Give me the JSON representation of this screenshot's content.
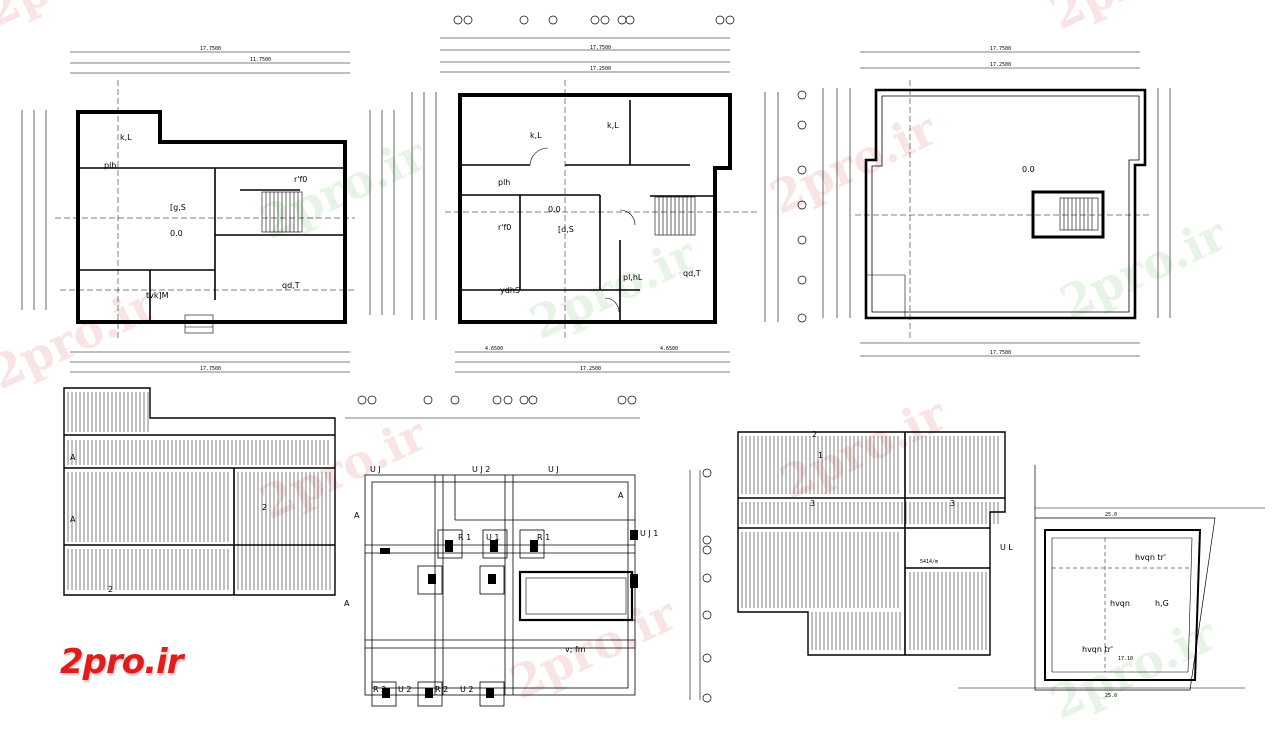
{
  "watermark": {
    "text": "2pro.ir"
  },
  "logo": {
    "text": "2pro.ir"
  },
  "colors": {
    "line": "#000000",
    "watermark_red": "#e8a0a0",
    "watermark_green": "#a8d8a8",
    "logo": "#e21b1b"
  },
  "plans": {
    "plan1": {
      "rooms": [
        "k,L",
        "plh",
        "[g,S",
        "0.0",
        "r'f0",
        "qd,T",
        "tvk]M"
      ],
      "dims_top": [
        "17.7500",
        "11.7500"
      ],
      "dims_bottom": [
        "17.7500"
      ]
    },
    "plan2": {
      "rooms": [
        "k,L",
        "k,L",
        "plh",
        "r'f0",
        "[d,S",
        "0.0",
        "ydhS",
        "pl,hL",
        "qd,T"
      ],
      "dims_top": [
        "17.2500",
        "17.7500"
      ],
      "dims_bottom": [
        "4.6500",
        "4.6500",
        "17.2500"
      ]
    },
    "plan3": {
      "rooms": [
        "0.0"
      ],
      "dims_top": [
        "17.7500",
        "17.2500"
      ],
      "dims_bottom": [
        "17.7500"
      ]
    },
    "slab1": {
      "labels": [
        "A",
        "A",
        "2",
        "2"
      ]
    },
    "foundation": {
      "labels": [
        "U J",
        "U J 2",
        "U J",
        "R 1",
        "U 1",
        "R 1",
        "U J 1",
        "v; fm",
        "R 2",
        "U 2",
        "R 2",
        "U 2",
        "A",
        "A",
        "A"
      ]
    },
    "slab2": {
      "labels": [
        "3",
        "3",
        "2",
        "1",
        "U L",
        "5414/m"
      ]
    },
    "site": {
      "rooms": [
        "hvqn tr'",
        "hvqn",
        "h,G",
        "hvqn tr'"
      ],
      "dims": [
        "25.0",
        "25.0",
        "17.10"
      ]
    }
  }
}
